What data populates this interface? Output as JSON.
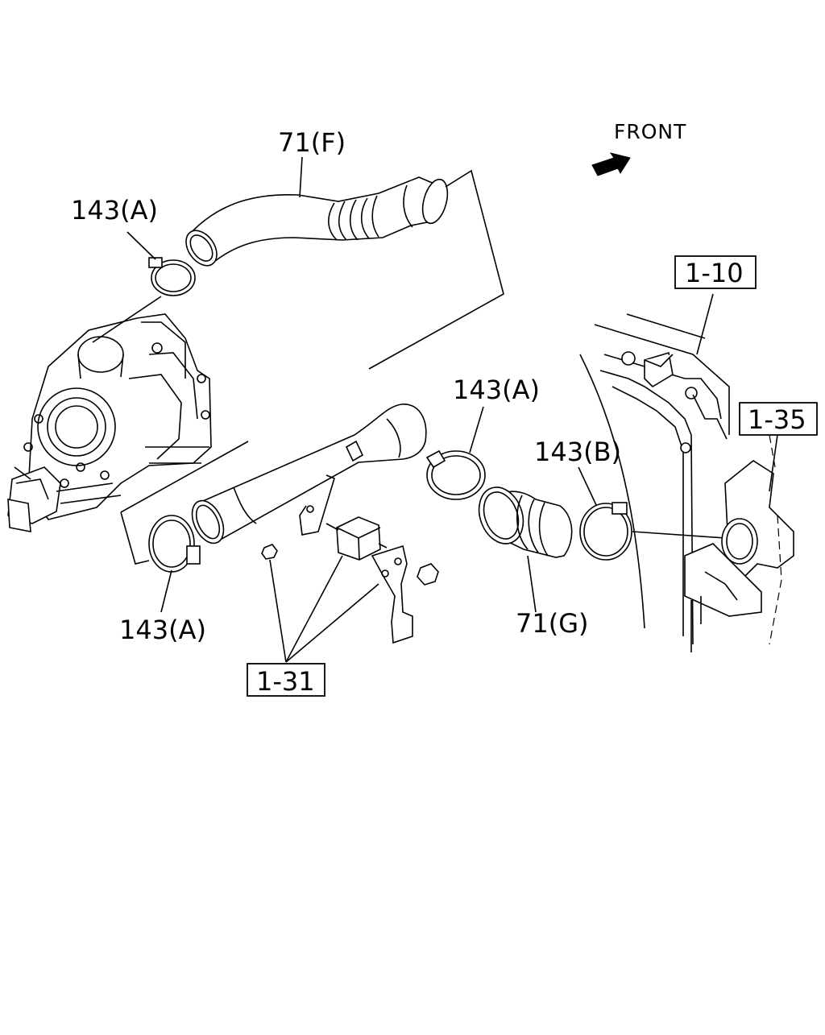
{
  "direction": {
    "label": "FRONT",
    "icon": "front-arrow-icon"
  },
  "callouts": {
    "hose_upper": "71(F)",
    "hose_lower": "71(G)",
    "clamp_upper_left": "143(A)",
    "clamp_middle": "143(A)",
    "clamp_lower_left": "143(A)",
    "clamp_right": "143(B)"
  },
  "references": {
    "radiator": "1-10",
    "intercooler": "1-35",
    "bracket": "1-31"
  }
}
